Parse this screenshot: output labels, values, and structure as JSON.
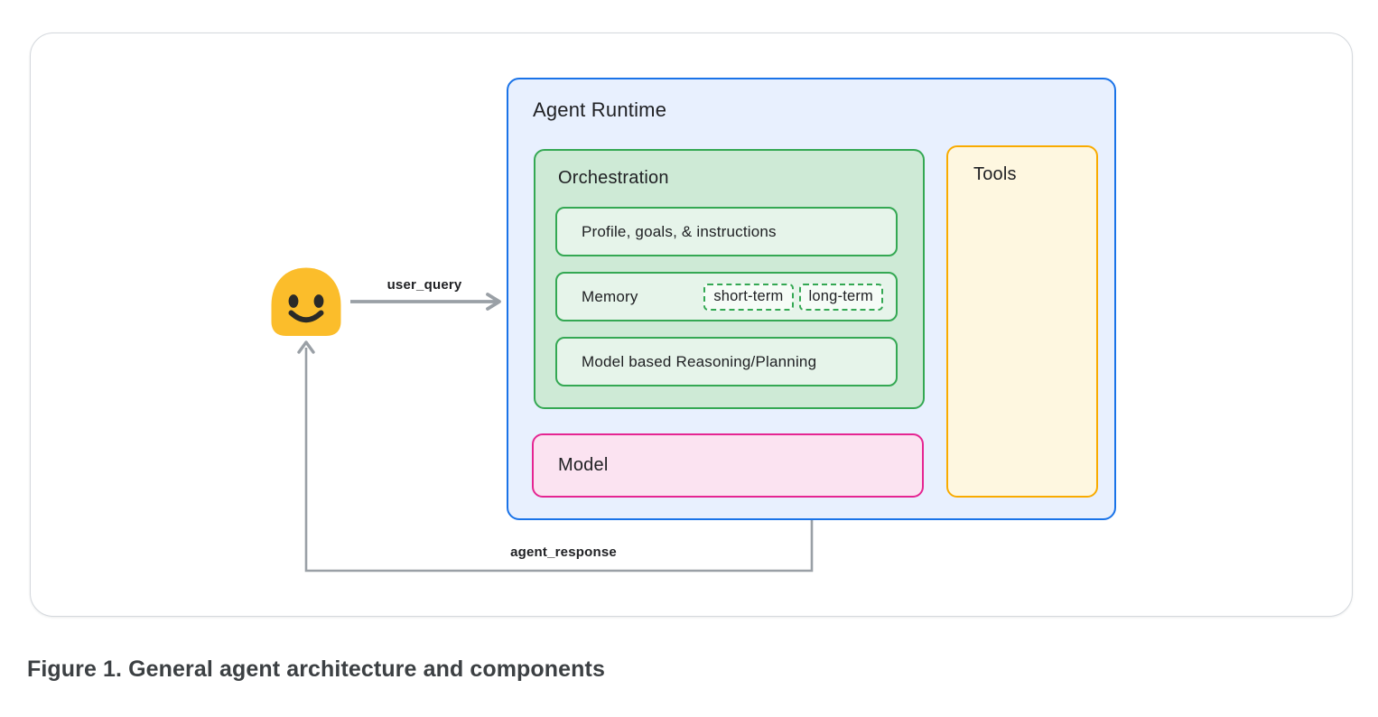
{
  "figure": {
    "caption": "Figure 1. General agent architecture and components"
  },
  "diagram": {
    "user": {
      "icon": "smiley-blob-user"
    },
    "connectors": {
      "user_query_label": "user_query",
      "agent_response_label": "agent_response"
    },
    "agent_runtime": {
      "title": "Agent Runtime",
      "orchestration": {
        "title": "Orchestration",
        "profile_item": "Profile, goals, & instructions",
        "memory_item": {
          "label": "Memory",
          "chips": [
            "short-term",
            "long-term"
          ]
        },
        "reasoning_item": "Model based Reasoning/Planning"
      },
      "model": {
        "title": "Model"
      },
      "tools": {
        "title": "Tools"
      }
    }
  },
  "colors": {
    "runtime_border": "#1A73E8",
    "runtime_fill": "#E8F0FE",
    "green_border": "#34A853",
    "orchestration_fill": "#CEEAD6",
    "green_item_fill": "#E6F4EA",
    "tools_border": "#F9AB00",
    "tools_fill": "#FEF7E0",
    "model_border": "#E52592",
    "model_fill": "#FBE3F1",
    "connector_gray": "#9AA0A6",
    "user_yellow": "#FBBD2B",
    "text_dark": "#202124",
    "caption_text": "#3C4043",
    "card_border": "#D4D8DD"
  }
}
